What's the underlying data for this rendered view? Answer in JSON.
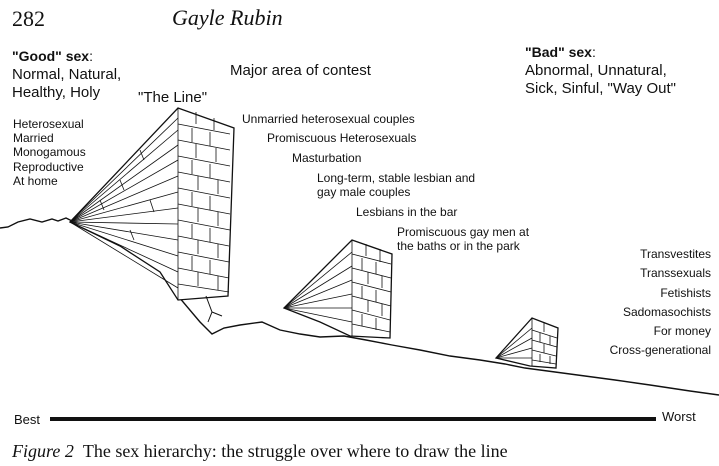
{
  "header": {
    "page_number": "282",
    "author": "Gayle Rubin"
  },
  "good": {
    "heading_quoted": "\"Good\" sex",
    "heading_colon": ":",
    "lines": [
      "Normal, Natural,",
      "Healthy, Holy"
    ],
    "items": [
      "Heterosexual",
      "Married",
      "Monogamous",
      "Reproductive",
      "At home"
    ]
  },
  "line_label": "\"The Line\"",
  "contest": {
    "heading": "Major area of contest",
    "items": [
      "Unmarried heterosexual couples",
      "Promiscuous Heterosexuals",
      "Masturbation",
      "Long-term, stable lesbian and",
      "gay male couples",
      "Lesbians in the bar",
      "Promiscuous gay men at",
      "the baths or in the park"
    ]
  },
  "bad": {
    "heading_quoted": "\"Bad\" sex",
    "heading_colon": ":",
    "lines": [
      "Abnormal, Unnatural,",
      "Sick, Sinful, \"Way Out\""
    ],
    "items": [
      "Transvestites",
      "Transsexuals",
      "Fetishists",
      "Sadomasochists",
      "For money",
      "Cross-generational"
    ]
  },
  "scale": {
    "best": "Best",
    "worst": "Worst"
  },
  "caption": {
    "label": "Figure 2",
    "text": "The sex hierarchy: the struggle over where to draw the line"
  },
  "colors": {
    "ink": "#111111",
    "paper": "#ffffff"
  }
}
